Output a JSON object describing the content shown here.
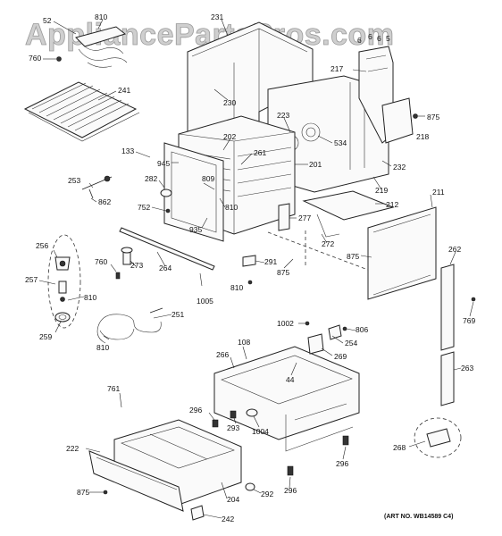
{
  "watermark": "AppliancePartsPros.com",
  "art_number": "(ART NO. WB14589 C4)",
  "labels": {
    "p52": "52",
    "p810a": "810",
    "p760a": "760",
    "p241": "241",
    "p231": "231",
    "p230": "230",
    "p6a": "6",
    "p6b": "6",
    "p6c": "6",
    "p5": "5",
    "p217": "217",
    "p875a": "875",
    "p218": "218",
    "p223": "223",
    "p534": "534",
    "p232": "232",
    "p219": "219",
    "p133": "133",
    "p202": "202",
    "p945": "945",
    "p261": "261",
    "p201": "201",
    "p282": "282",
    "p809": "809",
    "p810b": "810",
    "p752": "752",
    "p935": "935",
    "p253": "253",
    "p862": "862",
    "p277": "277",
    "p272": "272",
    "p212": "212",
    "p211": "211",
    "p256": "256",
    "p760b": "760",
    "p273": "273",
    "p264": "264",
    "p291": "291",
    "p875b": "875",
    "p875c": "875",
    "p262": "262",
    "p257": "257",
    "p810c": "810",
    "p810d": "810",
    "p1005": "1005",
    "p251": "251",
    "p769": "769",
    "p259": "259",
    "p810e": "810",
    "p1002": "1002",
    "p806": "806",
    "p108": "108",
    "p254": "254",
    "p266": "266",
    "p269": "269",
    "p44": "44",
    "p263": "263",
    "p761": "761",
    "p296a": "296",
    "p293": "293",
    "p1004": "1004",
    "p222": "222",
    "p268": "268",
    "p296b": "296",
    "p875d": "875",
    "p292": "292",
    "p204": "204",
    "p296c": "296",
    "p242": "242"
  }
}
